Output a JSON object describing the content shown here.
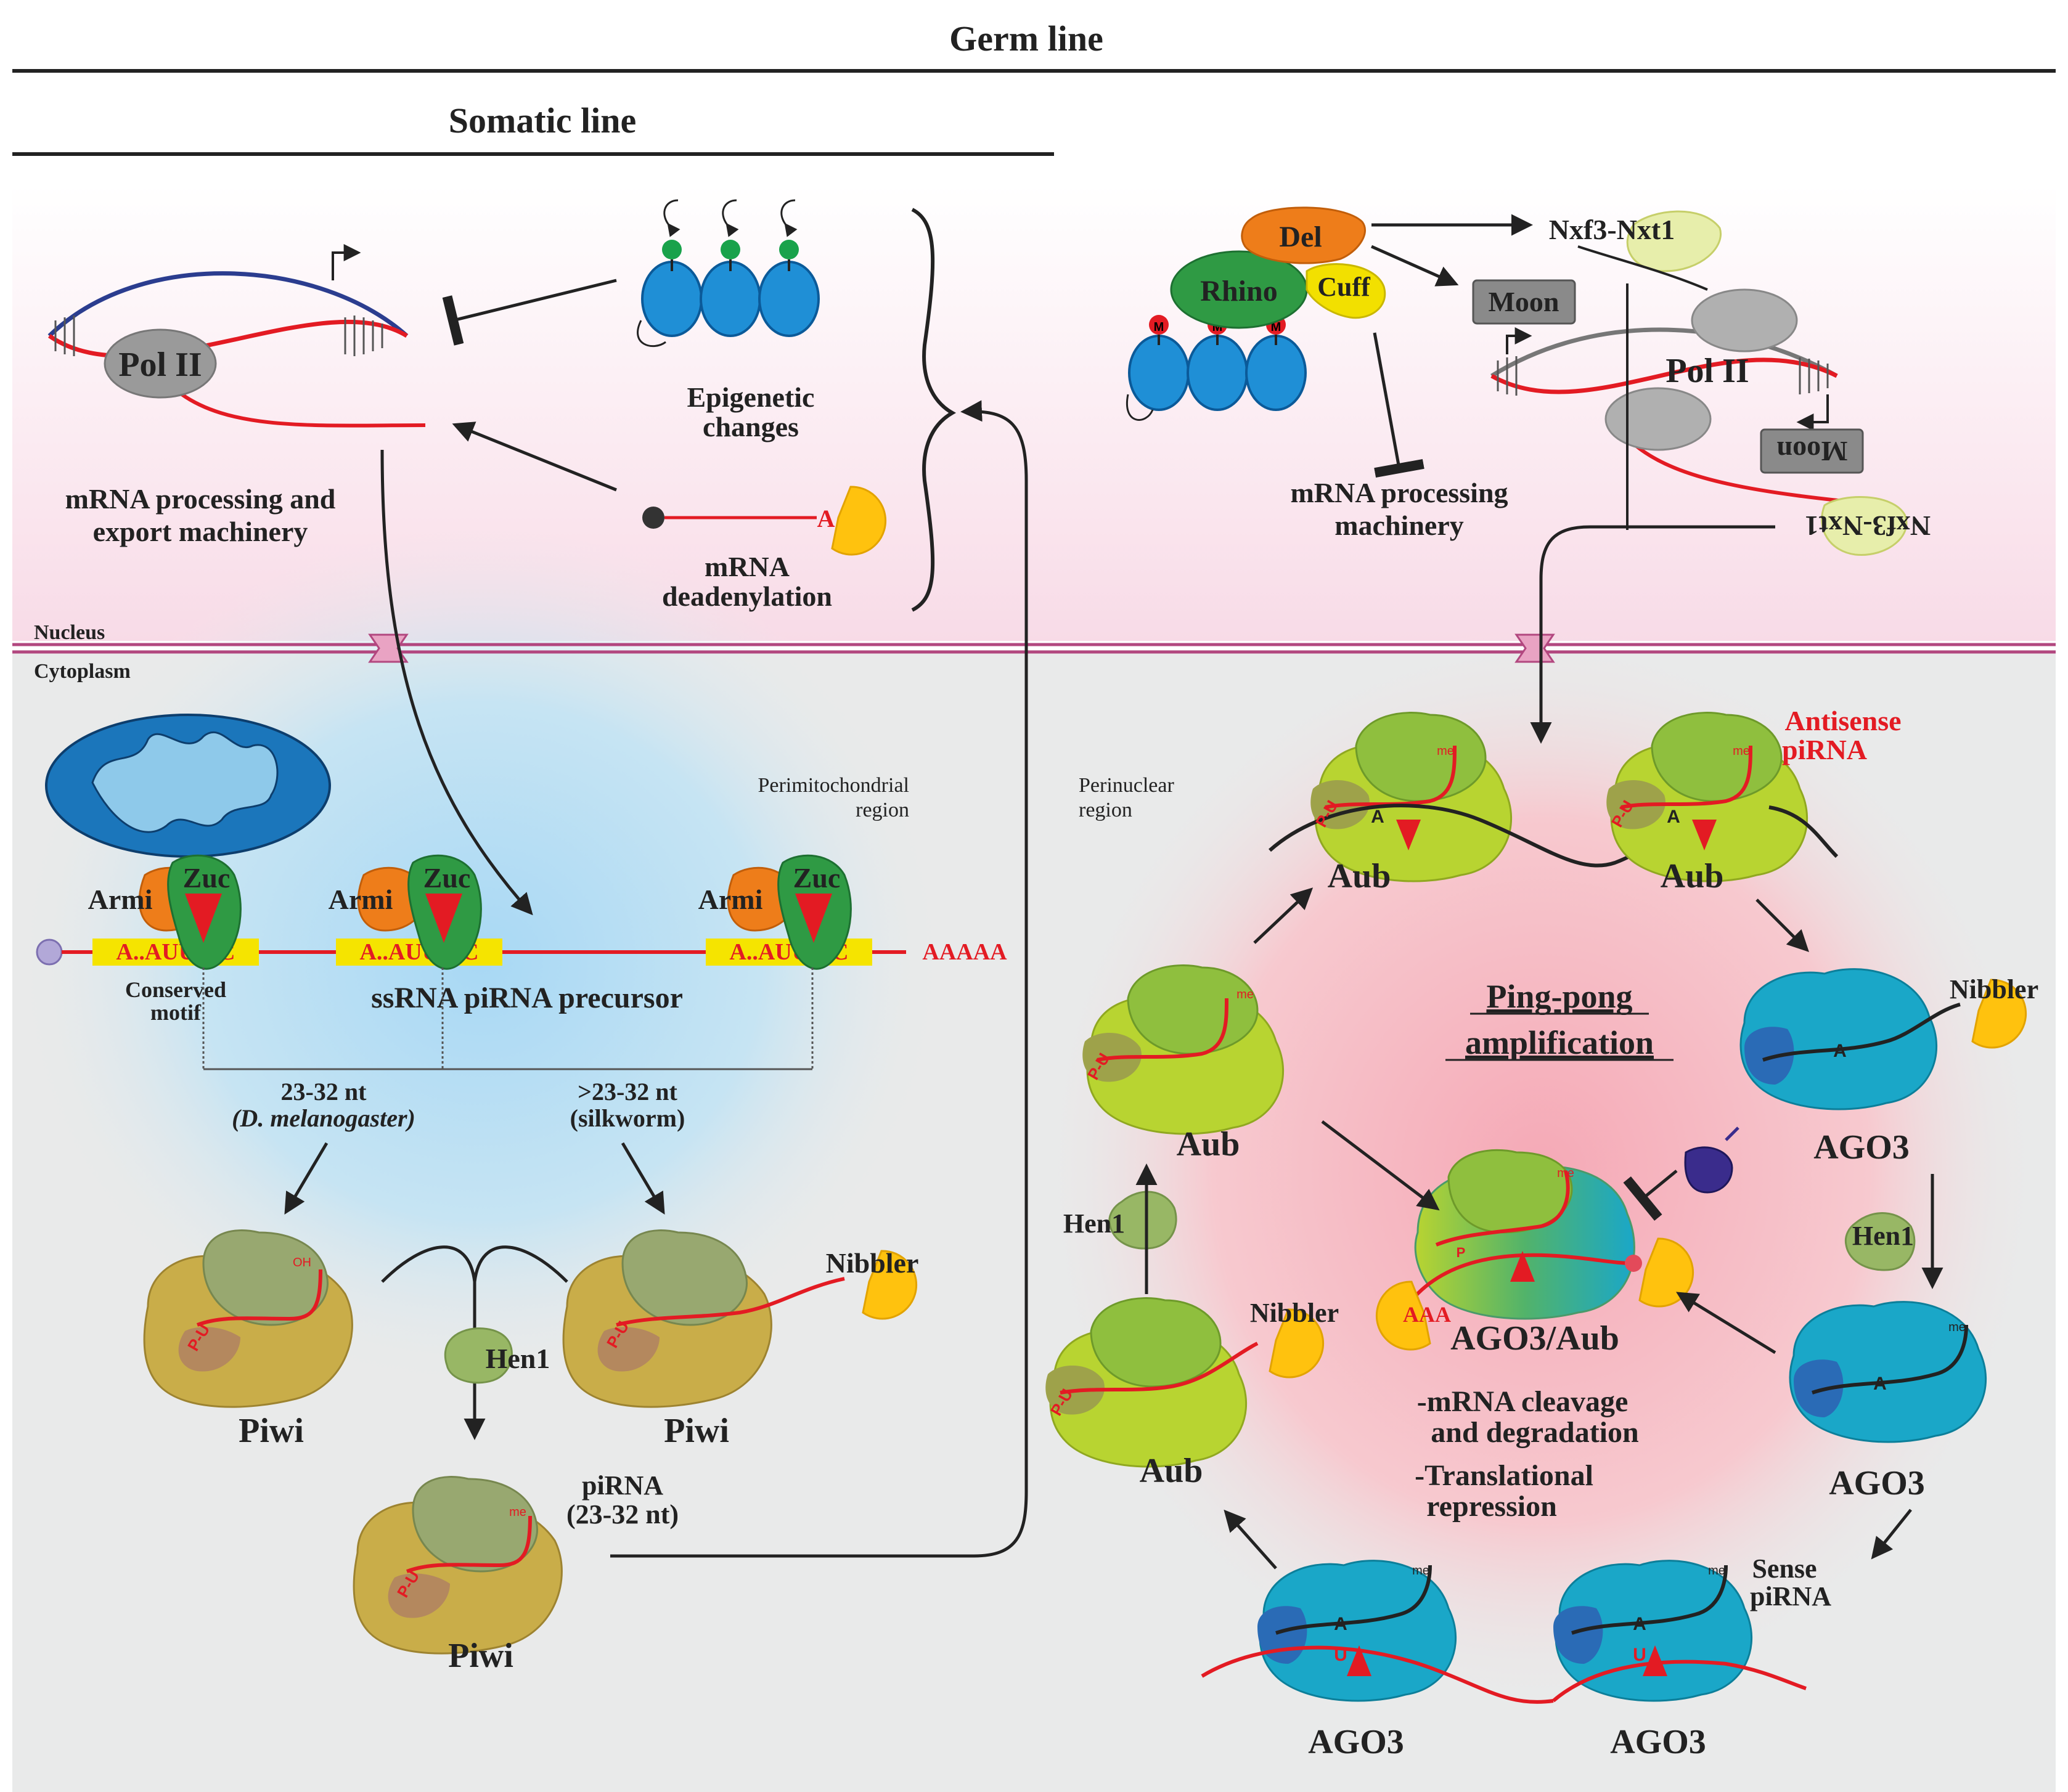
{
  "headers": {
    "germ_line": "Germ line",
    "somatic_line": "Somatic line"
  },
  "compartments": {
    "nucleus": "Nucleus",
    "cytoplasm": "Cytoplasm"
  },
  "regions": {
    "perimitochondrial_1": "Perimitochondrial",
    "perimitochondrial_2": "region",
    "perinuclear_1": "Perinuclear",
    "perinuclear_2": "region"
  },
  "somatic_nucleus": {
    "pol2": "Pol II",
    "epigenetic_1": "Epigenetic",
    "epigenetic_2": "changes",
    "mrna_processing_1": "mRNA processing and",
    "mrna_processing_2": "export machinery",
    "deadenylation_1": "mRNA",
    "deadenylation_2": "deadenylation",
    "poly_a": "A"
  },
  "germ_nucleus": {
    "del": "Del",
    "rhino": "Rhino",
    "cuff": "Cuff",
    "m": "M",
    "nxf3_top": "Nxf3-Nxt1",
    "nxf3_bottom": "Nxf3-Nxt1",
    "moon_top": "Moon",
    "moon_bottom": "Moon",
    "pol2": "Pol II",
    "mrna_machinery_1": "mRNA processing",
    "mrna_machinery_2": "machinery"
  },
  "precursor": {
    "armi": "Armi",
    "zuc": "Zuc",
    "motif": "A..AUUU.C",
    "poly_a_tail": "AAAAA",
    "conserved_1": "Conserved",
    "conserved_2": "motif",
    "precursor_label": "ssRNA piRNA precursor",
    "len_dm": "23-32 nt",
    "species_dm": "(D. melanogaster)",
    "len_sw": ">23-32 nt",
    "species_sw": "(silkworm)"
  },
  "somatic_proteins": {
    "piwi": "Piwi",
    "nibbler": "Nibbler",
    "hen1": "Hen1",
    "pirna_1": "piRNA",
    "pirna_2": "(23-32 nt)",
    "oh": "OH",
    "me": "me",
    "pu": "P-U"
  },
  "pingpong": {
    "title_1": "Ping-pong",
    "title_2": "amplification",
    "aub": "Aub",
    "ago3": "AGO3",
    "ago3_aub": "AGO3/Aub",
    "antisense_1": "Antisense",
    "antisense_2": "piRNA",
    "sense_1": "Sense",
    "sense_2": "piRNA",
    "nibbler": "Nibbler",
    "hen1": "Hen1",
    "aaa": "AAA",
    "a": "A",
    "u": "U",
    "me": "me",
    "p": "P",
    "pu": "P-U",
    "effect_1": "-mRNA cleavage",
    "effect_2": "and degradation",
    "effect_3": "-Translational",
    "effect_4": "repression"
  },
  "colors": {
    "rna_red": "#e31b23",
    "armi_orange": "#ee7d1a",
    "zuc_green": "#2f9a44",
    "nibbler_yellow": "#ffc20e",
    "aub_green": "#b8d431",
    "ago3_blue": "#1aa7c8",
    "piwi_tan": "#c9ad49"
  }
}
